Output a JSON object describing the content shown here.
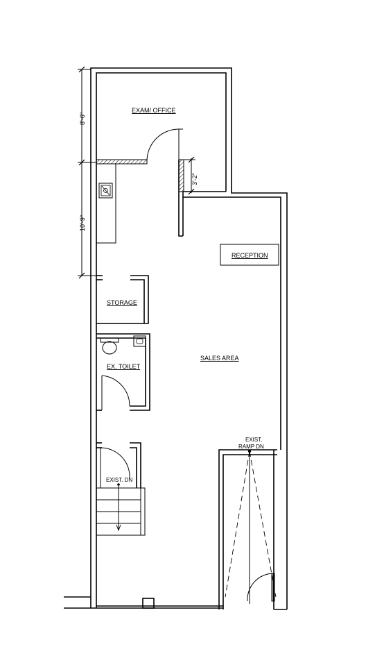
{
  "rooms": {
    "exam_office": "EXAM/ OFFICE",
    "reception": "RECEPTION",
    "storage": "STORAGE",
    "sales_area": "SALES AREA",
    "ex_toilet": "EX. TOILET",
    "exist_dn": "EXIST. DN",
    "exist_ramp_line1": "EXIST.",
    "exist_ramp_line2": "RAMP DN"
  },
  "dimensions": {
    "exam_height": "8'-6\"",
    "partition_length": "3'-2\"",
    "lower_height": "10'-9\""
  }
}
